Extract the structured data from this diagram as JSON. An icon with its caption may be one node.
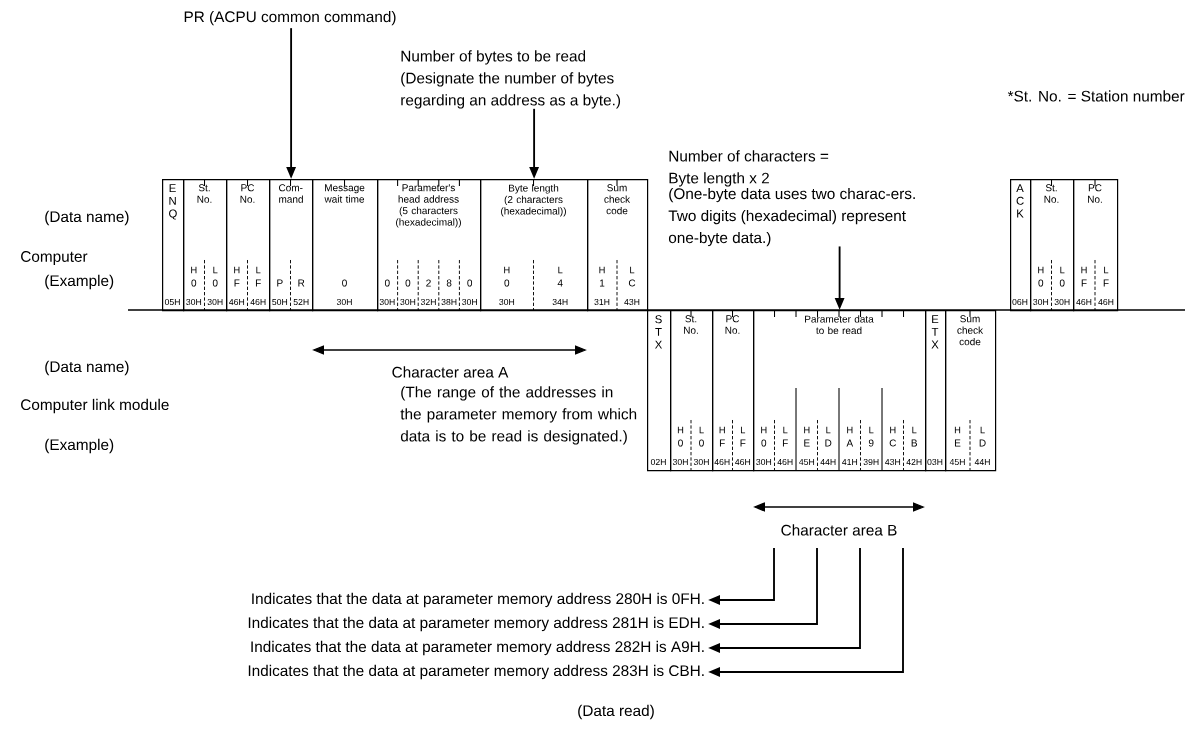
{
  "diagram": {
    "nodes": [
      {
        "text": [
          "PR (ACPU common command)"
        ]
      },
      {
        "text": [
          "Number of bytes to be read",
          "(Designate the number of bytes regarding an address as a byte.)"
        ]
      },
      {
        "text": [
          "ENQ",
          "05H"
        ]
      },
      {
        "text": [
          "St. No.",
          "H",
          "L",
          "0",
          "0",
          "30H",
          "30H"
        ]
      },
      {
        "text": [
          "PC No.",
          "H",
          "L",
          "F",
          "F",
          "46H",
          "46H"
        ]
      },
      {
        "text": [
          "Com-mand",
          "P",
          "R",
          "50H",
          "52H"
        ]
      },
      {
        "text": [
          "Message wait time",
          "0",
          "30H"
        ]
      },
      {
        "text": [
          "Parameter's head address",
          "(5 characters (hexadecimal))",
          "0",
          "0",
          "2",
          "8",
          "0",
          "30H",
          "30H",
          "32H",
          "38H",
          "30H"
        ]
      },
      {
        "text": [
          "Byte length",
          "(2 characters (hexadecimal))",
          "H",
          "L",
          "0",
          "4",
          "30H",
          "34H"
        ]
      },
      {
        "text": [
          "Sum check code",
          "H",
          "L",
          "1",
          "C",
          "31H",
          "43H"
        ]
      },
      {
        "text": [
          "Number of characters = Byte length x 2",
          "(One-byte data uses two charac-ers. Two digits (hexadecimal) represent one-byte data.)"
        ]
      },
      {
        "text": [
          "STX",
          "02H"
        ]
      },
      {
        "text": [
          "St. No.",
          "H",
          "L",
          "0",
          "0",
          "30H",
          "30H"
        ]
      },
      {
        "text": [
          "PC No.",
          "H",
          "L",
          "F",
          "F",
          "46H",
          "46H"
        ]
      },
      {
        "text": [
          "Parameter data to be read",
          "H",
          "L",
          "H",
          "L",
          "H",
          "L",
          "H",
          "L",
          "0",
          "F",
          "E",
          "D",
          "A",
          "9",
          "C",
          "B",
          "30H",
          "46H",
          "45H",
          "44H",
          "41H",
          "39H",
          "43H",
          "42H"
        ]
      },
      {
        "text": [
          "ETX",
          "03H"
        ]
      },
      {
        "text": [
          "Sum check code",
          "H",
          "L",
          "E",
          "D",
          "45H",
          "44H"
        ]
      },
      {
        "text": [
          "ACK",
          "06H"
        ]
      },
      {
        "text": [
          "St. No.",
          "H",
          "L",
          "0",
          "0",
          "30H",
          "30H"
        ]
      },
      {
        "text": [
          "PC No.",
          "H",
          "L",
          "F",
          "F",
          "46H",
          "46H"
        ]
      },
      {
        "text": [
          "Indicates that the data at parameter memory address 280H is 0FH."
        ]
      },
      {
        "text": [
          "Indicates that the data at parameter memory address 281H is EDH."
        ]
      },
      {
        "text": [
          "Indicates that the data at parameter memory address 282H is A9H."
        ]
      },
      {
        "text": [
          "Indicates that the data at parameter memory address 283H is CBH."
        ]
      }
    ],
    "edges": [
      {
        "from": 0,
        "to": 5,
        "arrow": "to"
      },
      {
        "from": 1,
        "to": 8,
        "arrow": "to"
      },
      {
        "from": 10,
        "to": 14,
        "arrow": "to"
      },
      {
        "from": null,
        "to": 20,
        "arrow": "to"
      },
      {
        "from": null,
        "to": 21,
        "arrow": "to"
      },
      {
        "from": null,
        "to": 22,
        "arrow": "to"
      },
      {
        "from": null,
        "to": 23,
        "arrow": "to"
      }
    ],
    "labels": [
      "*St. No. = Station number",
      "(Data name)",
      "Computer",
      "(Example)",
      "(Data name)",
      "Computer link module",
      "(Example)",
      "Character area A",
      "(The range of the addresses in the parameter memory from which data is to be read is designated.)",
      "Character area B",
      "(Data read)"
    ]
  }
}
